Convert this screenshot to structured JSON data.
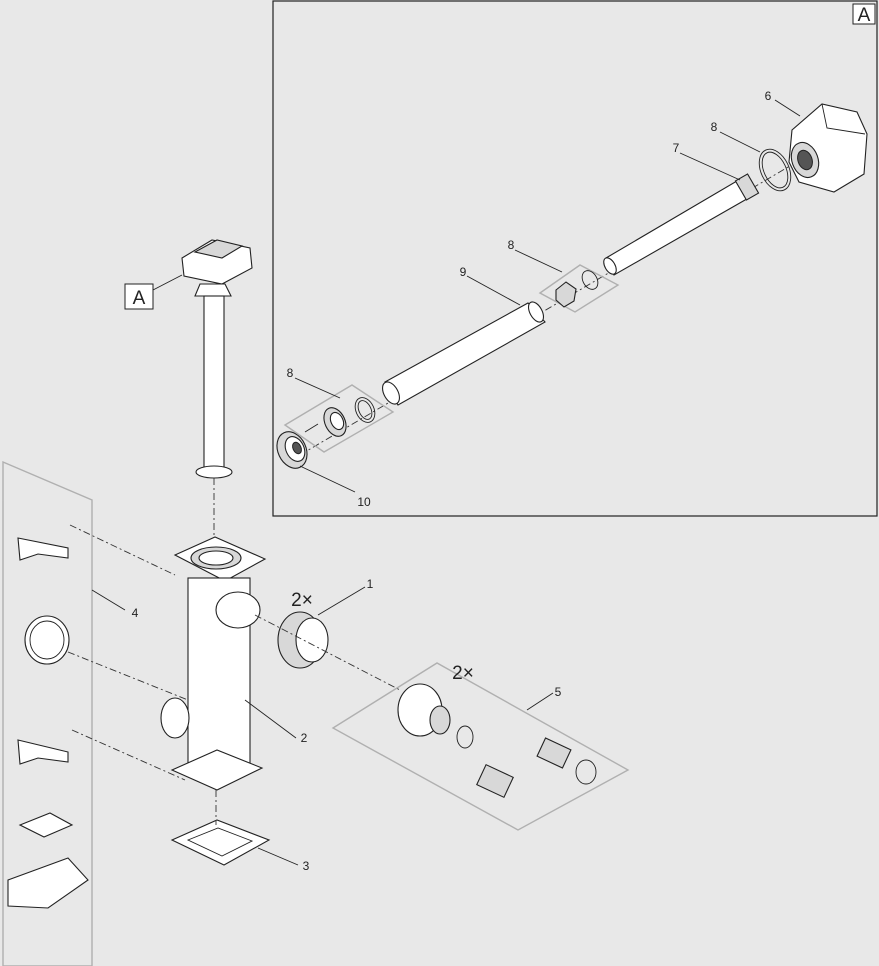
{
  "inset": {
    "tag": "A"
  },
  "callout_tag": "A",
  "multipliers": {
    "part1": "2×",
    "part5": "2×"
  },
  "parts": {
    "p1": "1",
    "p2": "2",
    "p3": "3",
    "p4": "4",
    "p5": "5",
    "p6": "6",
    "p7": "7",
    "p8a": "8",
    "p8b": "8",
    "p8c": "8",
    "p9": "9",
    "p10": "10"
  }
}
